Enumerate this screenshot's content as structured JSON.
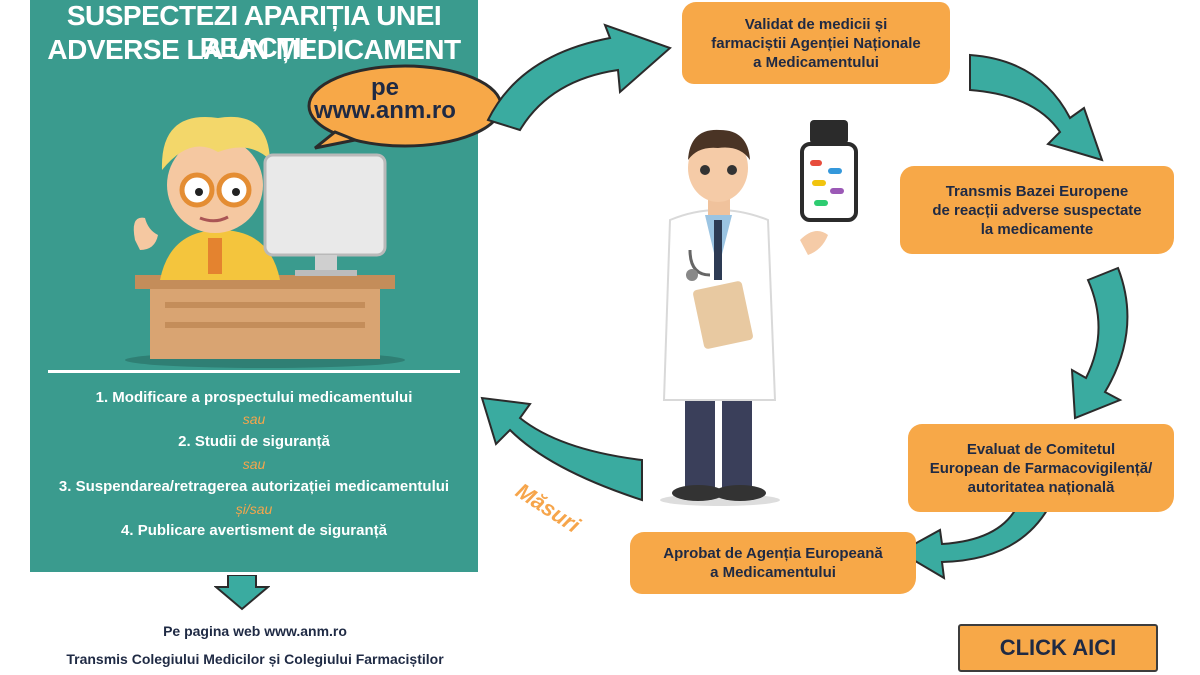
{
  "headline": {
    "line1": "SUSPECTEZI APARIȚIA UNEI REACȚII",
    "line2": "ADVERSE LA UN MEDICAMENT"
  },
  "bubble": {
    "line1": "pe",
    "line2": "www.anm.ro"
  },
  "measures": {
    "item1": "1. Modificare a prospectului medicamentului",
    "conn1": "sau",
    "item2": "2. Studii de siguranță",
    "conn2": "sau",
    "item3": "3. Suspendarea/retragerea autorizației medicamentului",
    "conn3": "și/sau",
    "item4": "4. Publicare avertisment de siguranță"
  },
  "footer": {
    "line1": "Pe pagina web www.anm.ro",
    "line2": "Transmis Colegiului Medicilor și Colegiului Farmaciștilor"
  },
  "cycle": {
    "validated": [
      "Validat de medicii și",
      "farmaciștii Agenției Naționale",
      "a Medicamentului"
    ],
    "transmitted": [
      "Transmis Bazei Europene",
      "de reacții adverse suspectate",
      "la medicamente"
    ],
    "evaluated": [
      "Evaluat de Comitetul",
      "European de Farmacovigilență/",
      "autoritatea națională"
    ],
    "approved": [
      "Aprobat de Agenția Europeană",
      "a Medicamentului"
    ],
    "measures_label": "Măsuri"
  },
  "cta": {
    "label": "CLICK AICI"
  },
  "colors": {
    "panel": "#3a9b8e",
    "box": "#f7a848",
    "arrow": "#3aaba0",
    "text_dark": "#1f2a44",
    "connector": "#f6a54b"
  },
  "icons": [
    "computer-user-illustration",
    "doctor-illustration",
    "pill-bottle-icon",
    "down-arrow-icon",
    "cycle-arrow-icon"
  ]
}
